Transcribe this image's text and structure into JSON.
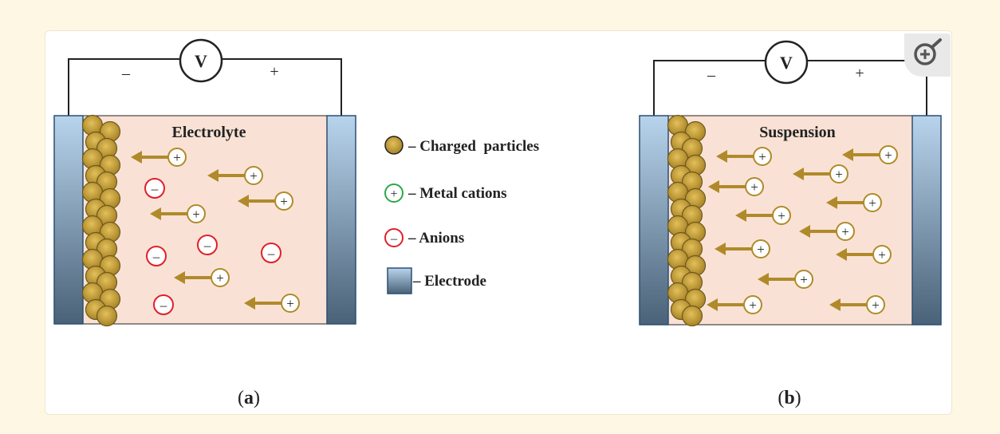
{
  "colors": {
    "particle_fill": "#c9a23f",
    "particle_stroke": "#7a6220",
    "cation_stroke": "#b08a2a",
    "anion_stroke": "#e0202a",
    "legend_cation_stroke": "#2aa84a",
    "electrolyte_fill": "#f9e2d5",
    "electrode_top": "#b8d4ec",
    "electrode_bottom": "#4a6278",
    "arrow": "#b08a2a",
    "wire": "#222222"
  },
  "panel_a": {
    "title": "Electrolyte",
    "voltmeter": "V",
    "minus": "–",
    "plus": "+",
    "caption_open": "(",
    "caption_letter": "a",
    "caption_close": ")"
  },
  "panel_b": {
    "title": "Suspension",
    "voltmeter": "V",
    "minus": "–",
    "plus": "+",
    "caption_open": "(",
    "caption_letter": "b",
    "caption_close": ")"
  },
  "legend": {
    "charged_particles": "– Charged  particles",
    "metal_cations": "– Metal cations",
    "anions": "– Anions",
    "electrode": "– Electrode"
  },
  "symbols": {
    "cation": "+",
    "anion": "–"
  },
  "zoom_icon": "zoom-in-icon"
}
